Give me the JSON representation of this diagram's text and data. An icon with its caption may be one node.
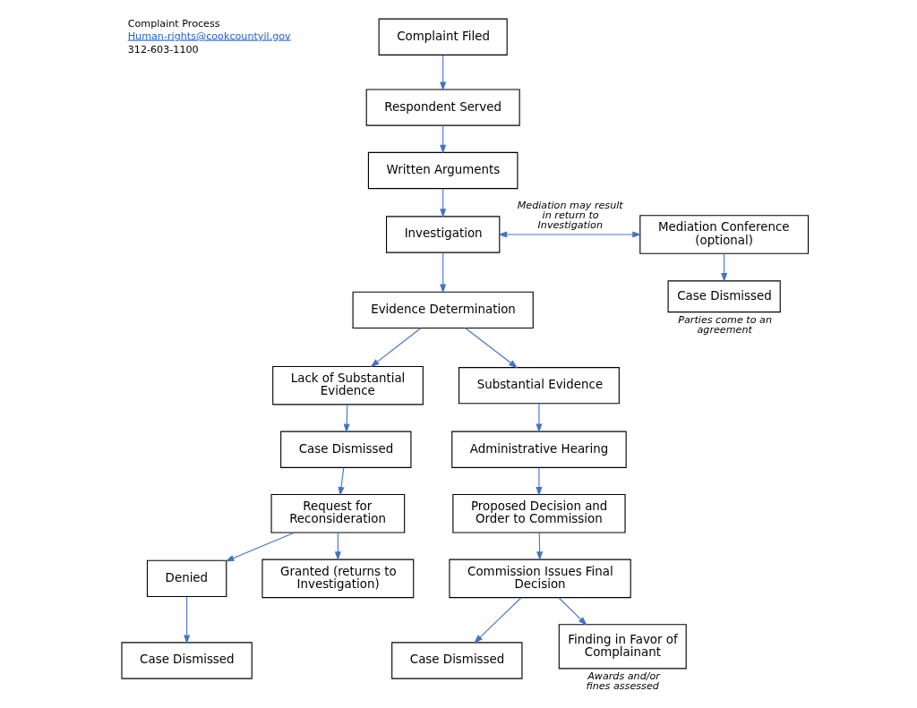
{
  "diagram": {
    "nodes": [
      {
        "text": [
          "Complaint Filed"
        ]
      },
      {
        "text": [
          "Respondent Served"
        ]
      },
      {
        "text": [
          "Written Arguments"
        ]
      },
      {
        "text": [
          "Investigation"
        ]
      },
      {
        "text": [
          "Mediation Conference (optional)"
        ]
      },
      {
        "text": [
          "Case Dismissed"
        ],
        "beside": [
          "Parties come to an agreement"
        ]
      },
      {
        "text": [
          "Evidence Determination"
        ]
      },
      {
        "text": [
          "Lack of Substantial Evidence"
        ]
      },
      {
        "text": [
          "Substantial Evidence"
        ]
      },
      {
        "text": [
          "Case Dismissed"
        ]
      },
      {
        "text": [
          "Administrative Hearing"
        ]
      },
      {
        "text": [
          "Request for Reconsideration"
        ]
      },
      {
        "text": [
          "Proposed Decision and Order to Commission"
        ]
      },
      {
        "text": [
          "Denied"
        ]
      },
      {
        "text": [
          "Granted (returns to Investigation)"
        ]
      },
      {
        "text": [
          "Commission Issues Final Decision"
        ]
      },
      {
        "text": [
          "Case Dismissed"
        ]
      },
      {
        "text": [
          "Case Dismissed"
        ]
      },
      {
        "text": [
          "Finding in Favor of Complainant"
        ],
        "beside": [
          "Awards and/or fines assessed"
        ]
      }
    ],
    "edges": [
      {
        "from": 0,
        "to": 1,
        "arrow": "to"
      },
      {
        "from": 1,
        "to": 2,
        "arrow": "to"
      },
      {
        "from": 2,
        "to": 3,
        "arrow": "to"
      },
      {
        "from": 3,
        "to": 4,
        "arrow": "both",
        "label": "Mediation may result in return to Investigation"
      },
      {
        "from": 4,
        "to": 5,
        "arrow": "to"
      },
      {
        "from": 3,
        "to": 6,
        "arrow": "to"
      },
      {
        "from": 6,
        "to": 7,
        "arrow": "to"
      },
      {
        "from": 6,
        "to": 8,
        "arrow": "to"
      },
      {
        "from": 7,
        "to": 9,
        "arrow": "to"
      },
      {
        "from": 8,
        "to": 10,
        "arrow": "to"
      },
      {
        "from": 9,
        "to": 11,
        "arrow": "to"
      },
      {
        "from": 10,
        "to": 12,
        "arrow": "to"
      },
      {
        "from": 11,
        "to": 13,
        "arrow": "to"
      },
      {
        "from": 11,
        "to": 14,
        "arrow": "to"
      },
      {
        "from": 12,
        "to": 15,
        "arrow": "to"
      },
      {
        "from": 13,
        "to": 16,
        "arrow": "to"
      },
      {
        "from": 15,
        "to": 17,
        "arrow": "to"
      },
      {
        "from": 15,
        "to": 18,
        "arrow": "to"
      }
    ],
    "labels": [
      "Complaint Process",
      "Human-rights@cookcountyil.gov",
      "312-603-1100"
    ]
  }
}
